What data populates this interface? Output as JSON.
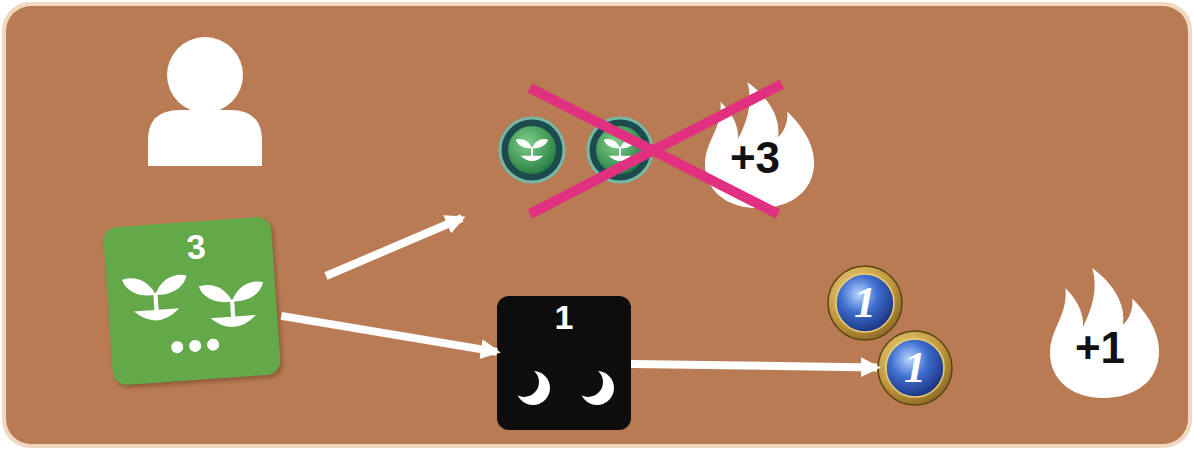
{
  "diagram": {
    "nodes": [
      {
        "text": [
          "3"
        ]
      },
      {
        "text": [
          "+3"
        ]
      },
      {
        "text": [
          "1"
        ]
      },
      {
        "text": [
          "1"
        ]
      },
      {
        "text": [
          "1"
        ]
      },
      {
        "text": [
          "+1"
        ]
      }
    ],
    "edges": [
      {
        "from": 0,
        "to": 2,
        "arrow": "to"
      },
      {
        "from": 2,
        "to": 4,
        "arrow": "to"
      }
    ]
  }
}
